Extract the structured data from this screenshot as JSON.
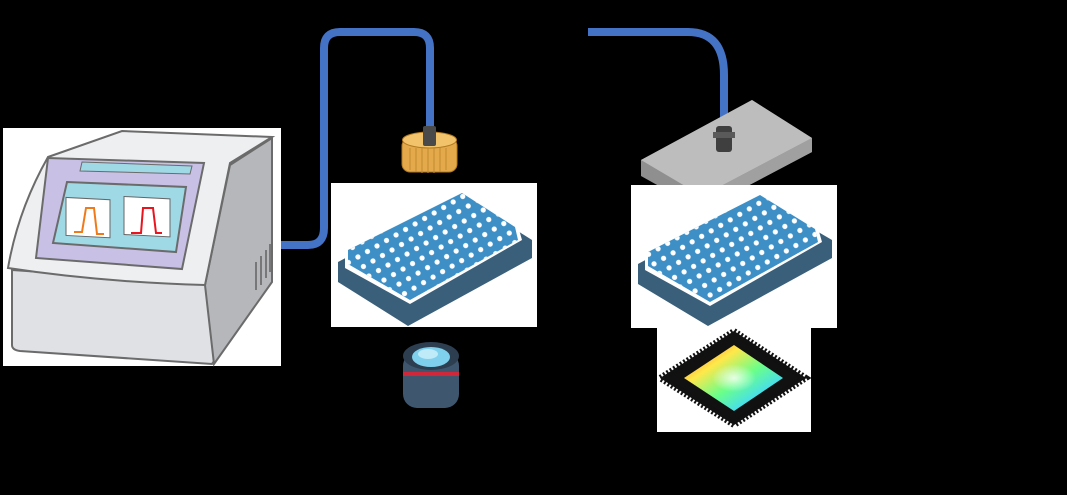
{
  "diagram": {
    "components": [
      {
        "id": "pulse-generator",
        "icon": "instrument-icon"
      },
      {
        "id": "inlet-connector",
        "icon": "connector-icon"
      },
      {
        "id": "well-plate-left",
        "icon": "well-plate-icon"
      },
      {
        "id": "objective-lens",
        "icon": "lens-icon"
      },
      {
        "id": "cover-block",
        "icon": "block-icon"
      },
      {
        "id": "well-plate-right",
        "icon": "well-plate-icon"
      },
      {
        "id": "image-sensor",
        "icon": "chip-icon"
      }
    ],
    "colors": {
      "background": "#000000",
      "tube": "#4472c4",
      "plate_top": "#3d8fc6",
      "plate_base": "#3a5f7a",
      "screen": "#9fd9e6",
      "bezel": "#c9c0e6",
      "pulse_orange": "#f07a1a",
      "pulse_red": "#e8141e",
      "connector": "#e3a94a",
      "block": "#bdbdbd"
    }
  }
}
